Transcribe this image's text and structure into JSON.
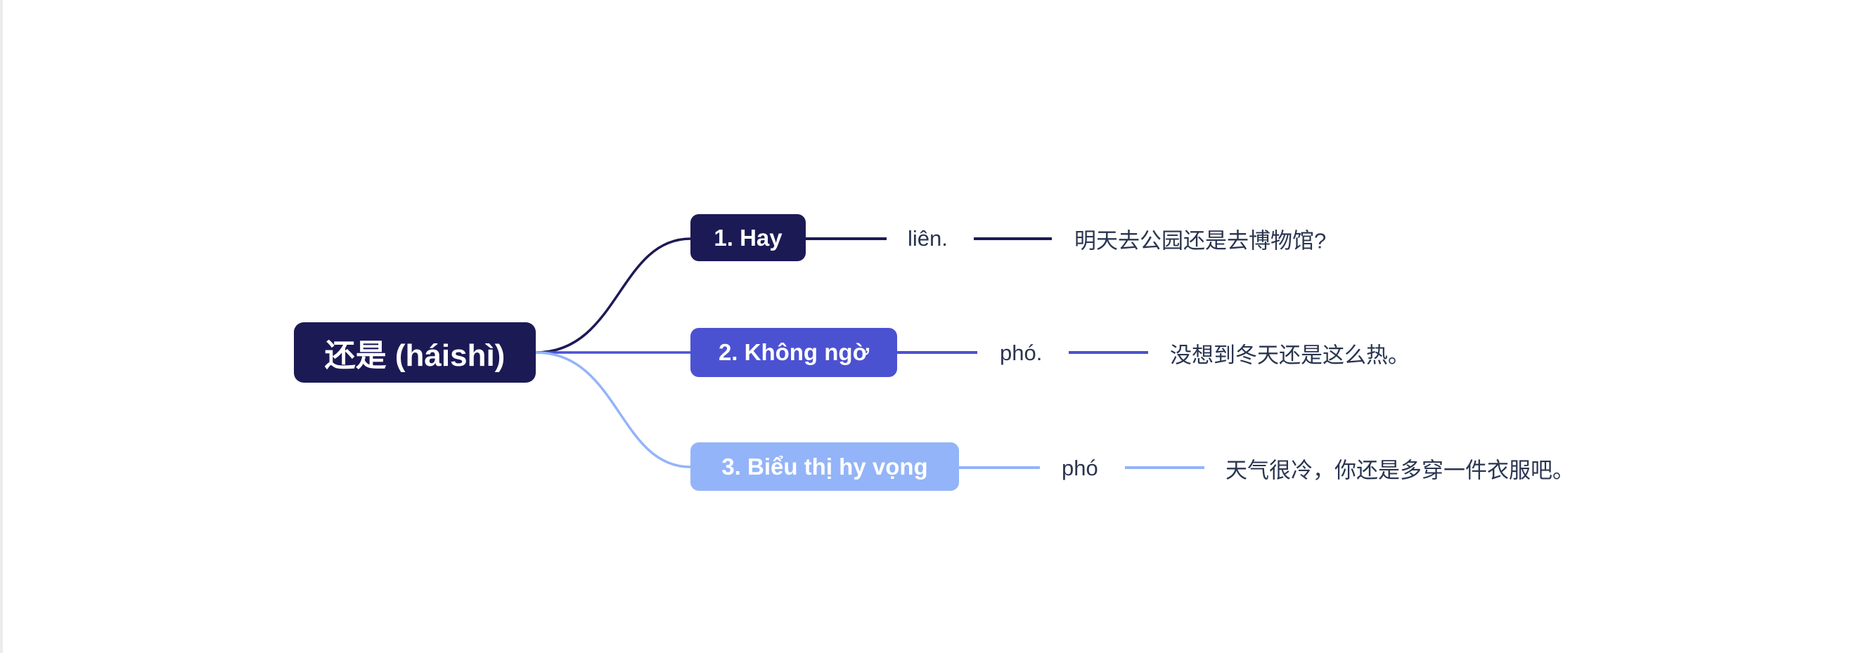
{
  "root": {
    "label": "还是 (háishì)",
    "color": "#1c1a55"
  },
  "branches": [
    {
      "label": "1. Hay",
      "pos": "liên.",
      "example": "明天去公园还是去博物馆?",
      "color": "#1c1a55"
    },
    {
      "label": "2. Không ngờ",
      "pos": "phó.",
      "example": "没想到冬天还是这么热。",
      "color": "#4b52d1"
    },
    {
      "label": "3. Biểu thị hy vọng",
      "pos": "phó",
      "example": "天气很冷，你还是多穿一件衣服吧。",
      "color": "#93b4f8"
    }
  ]
}
